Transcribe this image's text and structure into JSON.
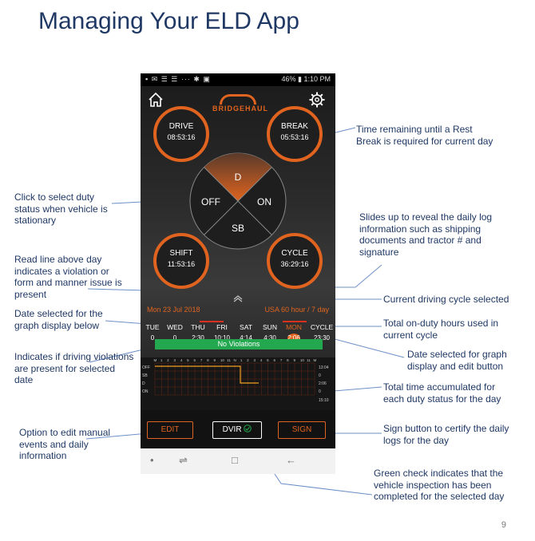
{
  "slide": {
    "title": "Managing Your ELD App",
    "page": "9"
  },
  "status_bar": {
    "left_icons": "▪ ✉ ☰ ☰ ··· ✱ ▣",
    "battery": "46%",
    "time": "1:10 PM"
  },
  "app": {
    "logo": "BRIDGEHAUL",
    "gauges": {
      "drive": {
        "label": "DRIVE",
        "value": "08:53:16"
      },
      "break": {
        "label": "BREAK",
        "value": "05:53:16"
      },
      "shift": {
        "label": "SHIFT",
        "value": "11:53:16"
      },
      "cycle": {
        "label": "CYCLE",
        "value": "36:29:16"
      }
    },
    "duty_status": {
      "d": "D",
      "off": "OFF",
      "on": "ON",
      "sb": "SB"
    },
    "selected_date": "Mon 23 Jul 2018",
    "cycle_rule": "USA 60 hour / 7 day",
    "days": [
      {
        "name": "TUE",
        "value": "0"
      },
      {
        "name": "WED",
        "value": "0"
      },
      {
        "name": "THU",
        "value": "2:30"
      },
      {
        "name": "FRI",
        "value": "10:10"
      },
      {
        "name": "SAT",
        "value": "4:14"
      },
      {
        "name": "SUN",
        "value": "4:30"
      },
      {
        "name": "MON",
        "value": "2:06"
      }
    ],
    "cycle_total": {
      "label": "CYCLE",
      "value": "23:30"
    },
    "violations": "No Violations",
    "graph": {
      "hour_labels": [
        "M",
        "1",
        "2",
        "3",
        "4",
        "5",
        "6",
        "7",
        "8",
        "9",
        "10",
        "11",
        "N",
        "1",
        "2",
        "3",
        "4",
        "5",
        "6",
        "7",
        "8",
        "9",
        "10",
        "11",
        "M"
      ],
      "rows": [
        "OFF",
        "SB",
        "D",
        "ON"
      ],
      "totals": [
        "13:04",
        "0",
        "2:06",
        "0"
      ],
      "total_sum": "15:10"
    },
    "buttons": {
      "edit": "EDIT",
      "dvir": "DVIR",
      "sign": "SIGN"
    },
    "nav": {
      "dot": "•",
      "recent": "⇌",
      "home": "□",
      "back": "←"
    }
  },
  "annotations": {
    "rest_break": "Time remaining until a Rest Break is required for current day",
    "duty_status": "Click to select duty status when vehicle is stationary",
    "slides_up": "Slides up to reveal the daily log information such as shipping documents and tractor # and signature",
    "red_line": "Read line above day indicates a violation or form and manner issue is present",
    "cycle_selected": "Current driving cycle selected",
    "date_selected": "Date selected for the graph display below",
    "total_on_duty": "Total on-duty hours used in current cycle",
    "date_edit": "Date selected for graph display and edit button",
    "violations": "Indicates if driving violations are present for selected date",
    "time_accumulated": "Total time accumulated for each duty status for the day",
    "edit_option": "Option to edit manual events and daily information",
    "sign_button": "Sign button to certify the daily logs for the day",
    "green_check": "Green check indicates that the vehicle inspection has been completed for the selected day"
  }
}
